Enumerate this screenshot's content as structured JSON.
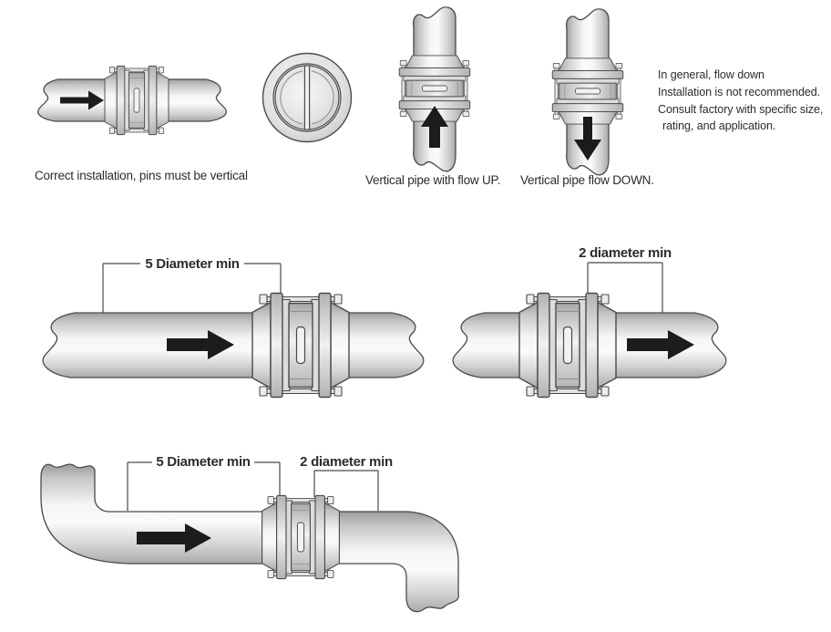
{
  "top_row": {
    "horizontal_valve": {
      "caption": "Correct installation, pins must be vertical"
    },
    "flow_up": {
      "caption": "Vertical pipe with flow UP."
    },
    "flow_down": {
      "caption": "Vertical pipe flow DOWN."
    },
    "note": {
      "lines": [
        "In general, flow down",
        "Installation is not recommended.",
        "Consult factory with specific size,",
        "rating, and application."
      ]
    }
  },
  "middle_row": {
    "upstream_dim": {
      "label": "5 Diameter min"
    },
    "downstream_dim": {
      "label": "2 diameter min"
    }
  },
  "bottom_row": {
    "upstream_dim": {
      "label": "5 Diameter min"
    },
    "downstream_dim": {
      "label": "2 diameter min"
    }
  },
  "colors": {
    "outline": "#4a4a4a",
    "arrow": "#1c1c1c",
    "text": "#2c2c2c",
    "dimension_line": "#4a4a4a"
  }
}
